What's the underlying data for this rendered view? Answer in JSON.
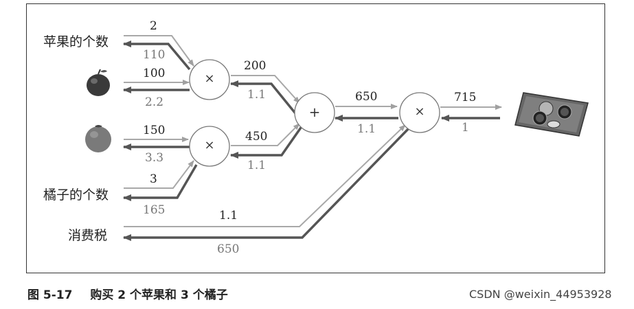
{
  "inputs": {
    "apple_count": "苹果的个数",
    "orange_count": "橘子的个数",
    "tax": "消费税"
  },
  "nodes": {
    "mul_apple": "×",
    "mul_orange": "×",
    "add": "+",
    "mul_tax": "×"
  },
  "forward": {
    "apple_count": "2",
    "apple_price": "100",
    "orange_price": "150",
    "orange_count": "3",
    "apple_total": "200",
    "orange_total": "450",
    "sum": "650",
    "tax": "1.1",
    "result": "715"
  },
  "backward": {
    "apple_count": "110",
    "apple_price": "2.2",
    "orange_price": "3.3",
    "orange_count": "165",
    "apple_total": "1.1",
    "orange_total": "1.1",
    "sum": "1.1",
    "tax": "650",
    "result": "1"
  },
  "caption": {
    "label": "图 5-17",
    "text": "购买 2 个苹果和 3 个橘子"
  },
  "watermark": "CSDN @weixin_44953928",
  "icons": [
    "apple-icon",
    "orange-icon",
    "coin-tray-icon"
  ],
  "colors": {
    "forward_arrow": "#9a9a9a",
    "backward_arrow": "#555555",
    "apple": "#3a3a3a",
    "orange": "#7a7a7a"
  }
}
